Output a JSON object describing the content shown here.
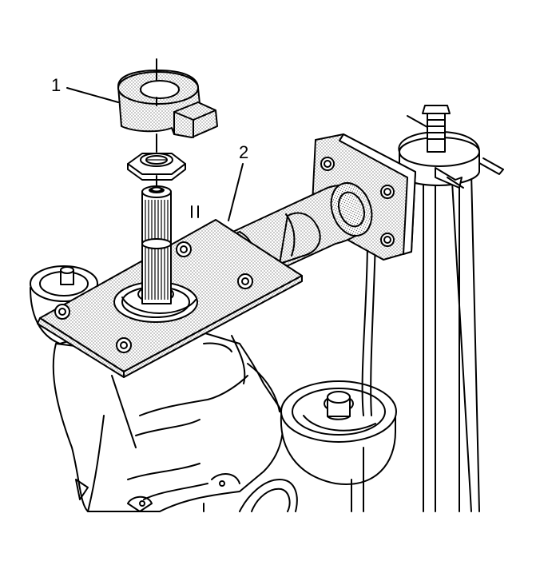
{
  "figure": {
    "callouts": [
      {
        "label": "1",
        "part": "remover-installer-tool"
      },
      {
        "label": "2",
        "part": "holding-fixture-plate"
      }
    ],
    "colors": {
      "line": "#000000",
      "background": "#ffffff",
      "stipple": "#000000"
    }
  }
}
